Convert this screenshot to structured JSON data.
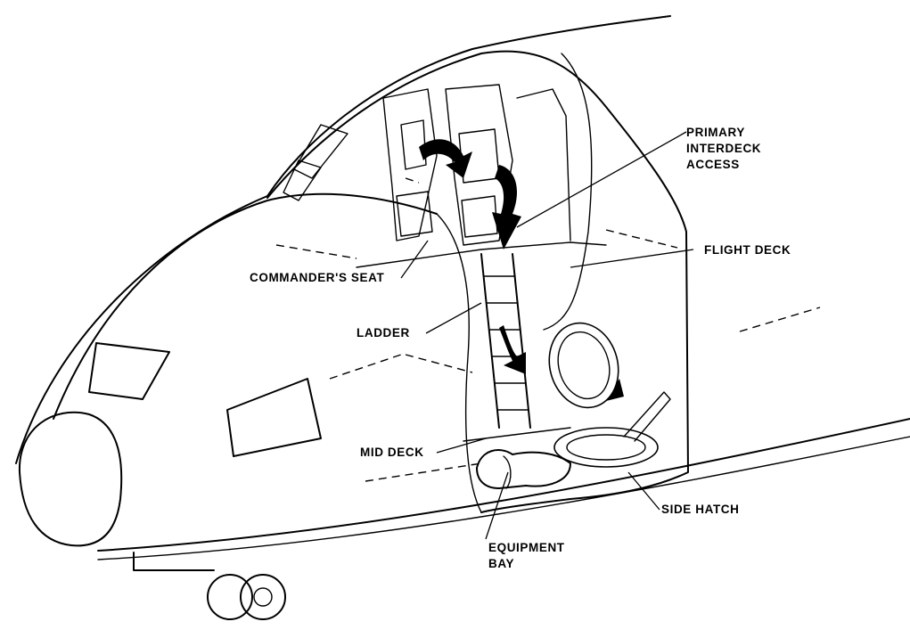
{
  "labels": {
    "primary_interdeck_access": [
      "PRIMARY",
      "INTERDECK",
      "ACCESS"
    ],
    "flight_deck": "FLIGHT DECK",
    "commanders_seat": "COMMANDER'S SEAT",
    "ladder": "LADDER",
    "mid_deck": "MID DECK",
    "side_hatch": "SIDE HATCH",
    "equipment_bay": [
      "EQUIPMENT",
      "BAY"
    ]
  }
}
